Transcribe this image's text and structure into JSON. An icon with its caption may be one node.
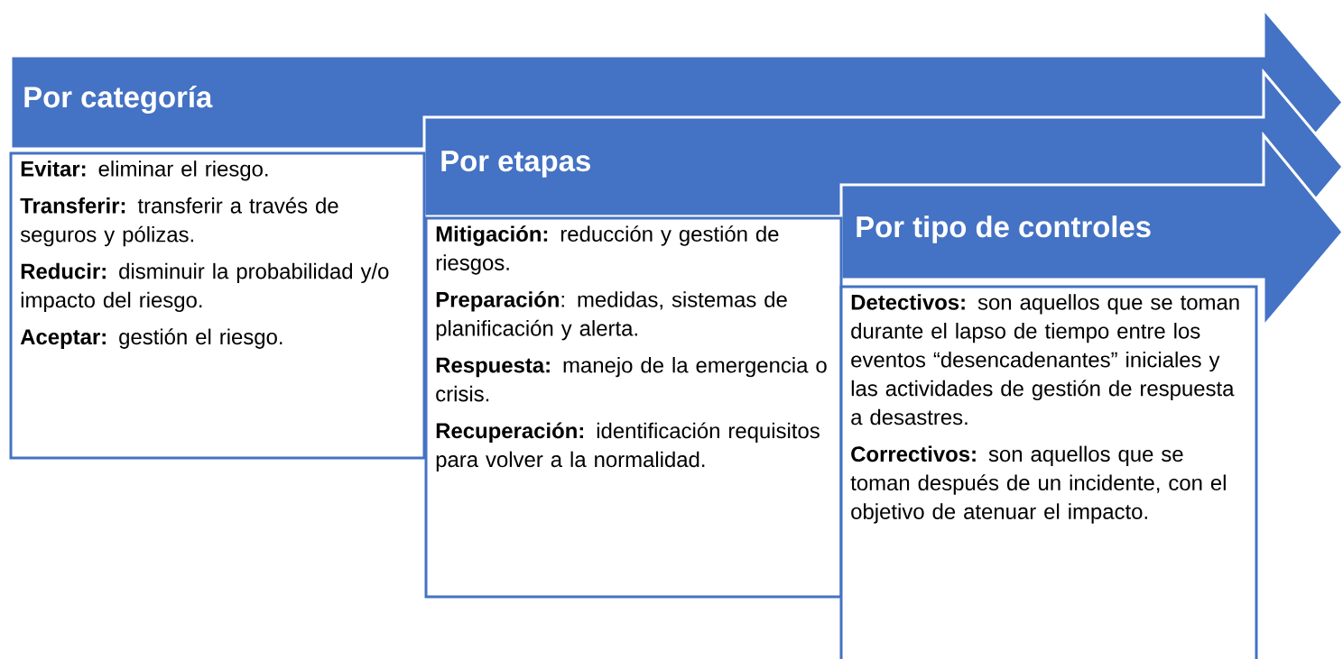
{
  "diagram": {
    "nodes": [
      {
        "text": [
          "Por categoría"
        ]
      },
      {
        "text": [
          "**Evitar:** eliminar el riesgo.",
          "**Transferir:** transferir a través de seguros y pólizas.",
          "**Reducir:** disminuir la probabilidad y/o impacto del riesgo.",
          "**Aceptar:** gestión el riesgo."
        ]
      },
      {
        "text": [
          "Por etapas"
        ]
      },
      {
        "text": [
          "**Mitigación:** reducción y gestión de riesgos.",
          "**Preparación**: medidas, sistemas de planificación y alerta.",
          "**Respuesta:** manejo de la emergencia o crisis.",
          "**Recuperación:** identificación requisitos para volver a la normalidad."
        ]
      },
      {
        "text": [
          "Por tipo de controles"
        ]
      },
      {
        "text": [
          "**Detectivos:** son aquellos que se toman durante el lapso de tiempo entre los eventos “desencadenantes” iniciales y las actividades de gestión de respuesta a desastres.",
          "**Correctivos:** son aquellos que se toman después de un incidente, con el objetivo de atenuar el impacto."
        ]
      }
    ],
    "edges": []
  }
}
